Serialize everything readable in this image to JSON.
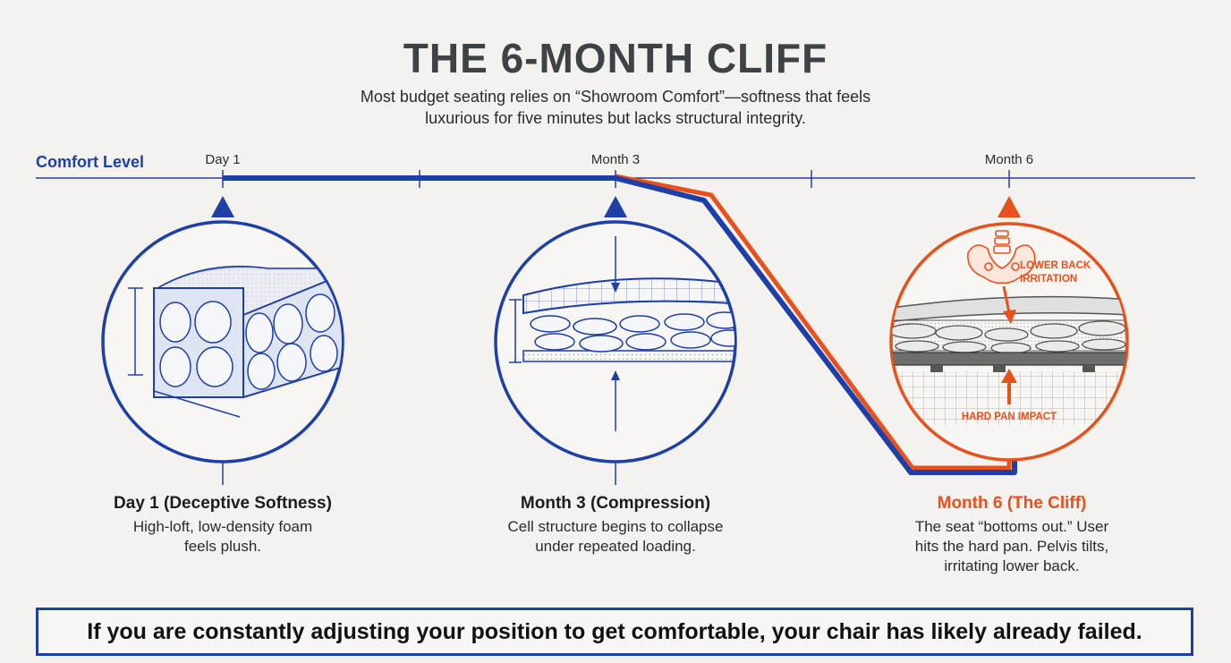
{
  "header": {
    "title": "THE 6-MONTH CLIFF",
    "subtitle_lines": [
      "Most budget seating relies on “Showroom Comfort”—softness that feels",
      "luxurious for five minutes but lacks structural integrity."
    ]
  },
  "timeline": {
    "axis_label": "Comfort Level",
    "ticks": [
      "Day 1",
      "Month 3",
      "Month 6"
    ]
  },
  "stages": [
    {
      "heading": "Day 1 (Deceptive Softness)",
      "body_lines": [
        "High-loft, low-density foam",
        "feels plush."
      ]
    },
    {
      "heading": "Month 3 (Compression)",
      "body_lines": [
        "Cell structure begins to collapse",
        "under repeated loading."
      ]
    },
    {
      "heading": "Month 6 (The Cliff)",
      "body_lines": [
        "The seat “bottoms out.” User",
        "hits the hard pan. Pelvis tilts,",
        "irritating lower back."
      ]
    }
  ],
  "callouts": {
    "lower_back": [
      "LOWER BACK",
      "IRRITATION"
    ],
    "hard_pan": "HARD PAN IMPACT"
  },
  "footer": {
    "text": "If you are constantly adjusting your position to get comfortable, your chair has likely already failed."
  },
  "colors": {
    "blue": "#1e3fa8",
    "orange": "#e8501c",
    "title": "#3d4246",
    "background": "#f3f2ee"
  },
  "icons": [
    "pelvis-icon",
    "down-arrow-icon",
    "up-arrow-icon",
    "marker-triangle-icon"
  ]
}
